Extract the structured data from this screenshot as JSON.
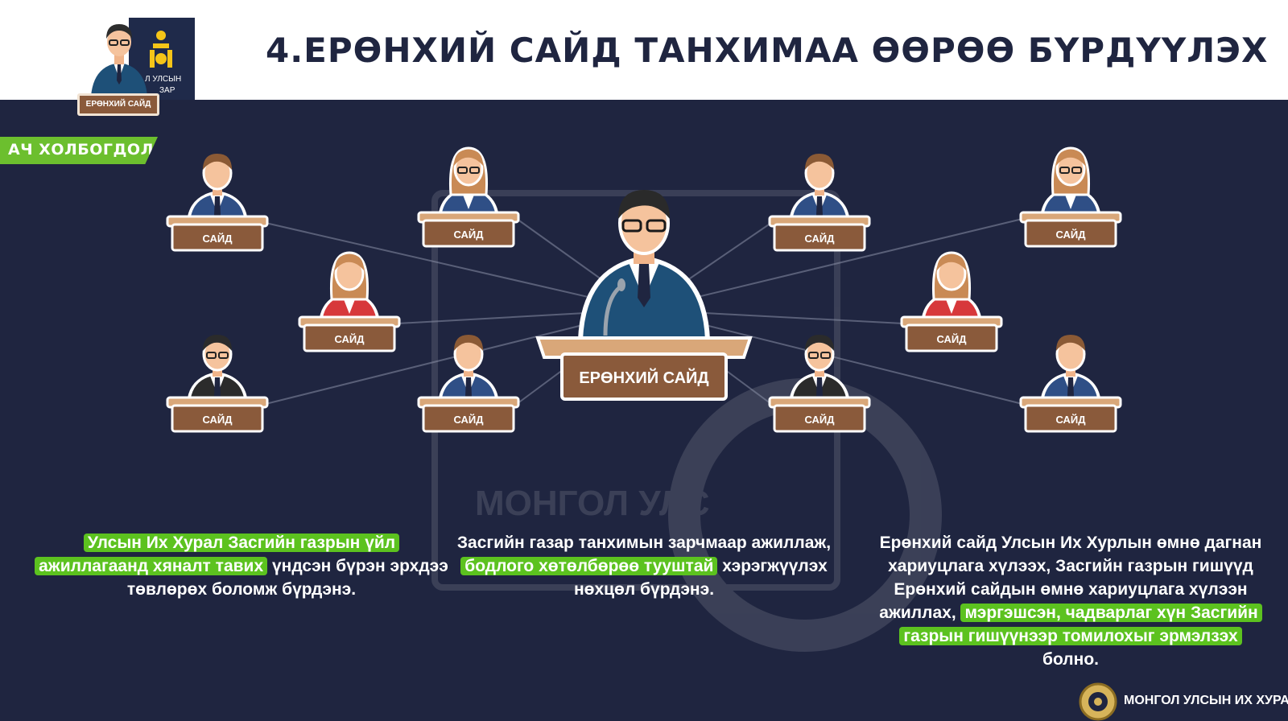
{
  "title": "4.ЕРӨНХИЙ САЙД ТАНХИМАА ӨӨРӨӨ БҮРДҮҮЛЭХ",
  "logo": {
    "line1": "Л УЛСЫН",
    "line2": "ЗАР",
    "podium_label": "ЕРӨНХИЙ САЙД"
  },
  "ribbon": "АЧ ХОЛБОГДОЛ",
  "center_label": "ЕРӨНХИЙ САЙД",
  "minister_label": "САЙД",
  "watermark": "МОНГОЛ УЛС",
  "captions": {
    "left": {
      "hl1": "Улсын Их Хурал Засгийн газрын үйл",
      "hl2": "ажиллагаанд хяналт тавих",
      "t1": " үндсэн бүрэн эрхдээ төвлөрөх боломж бүрдэнэ."
    },
    "mid": {
      "t1": "Засгийн газар танхимын зарчмаар ажиллаж, ",
      "hl1": "бодлого хөтөлбөрөө тууштай",
      "t2": " хэрэгжүүлэх нөхцөл бүрдэнэ."
    },
    "right": {
      "t1": "Ерөнхий сайд Улсын Их Хурлын өмнө дагнан хариуцлага хүлээх, Засгийн газрын гишүүд Ерөнхий сайдын өмнө хариуцлага хүлээн ажиллах, ",
      "hl1": "мэргэшсэн, чадварлаг хүн Засгийн газрын гишүүнээр томилохыг эрмэлзэх",
      "t2": " болно."
    }
  },
  "footer": "МОНГОЛ УЛСЫН ИХ ХУРАЛ",
  "colors": {
    "background": "#1f2540",
    "highlight": "#5cc21f",
    "podium": "#8a5a3b",
    "suit_blue": "#2f4f86",
    "suit_red": "#d7383b",
    "suit_black": "#2b2b2b",
    "pm_suit": "#1e5078"
  },
  "ministers": [
    {
      "id": "m1",
      "suit": "blue",
      "gender": "male",
      "glasses": false
    },
    {
      "id": "m2",
      "suit": "blue",
      "gender": "female",
      "glasses": true
    },
    {
      "id": "m3",
      "suit": "red",
      "gender": "female",
      "glasses": false
    },
    {
      "id": "m4",
      "suit": "black",
      "gender": "male",
      "glasses": true
    },
    {
      "id": "m5",
      "suit": "blue",
      "gender": "male",
      "glasses": false
    },
    {
      "id": "m6",
      "suit": "blue",
      "gender": "male",
      "glasses": false
    },
    {
      "id": "m7",
      "suit": "blue",
      "gender": "female",
      "glasses": true
    },
    {
      "id": "m8",
      "suit": "red",
      "gender": "female",
      "glasses": false
    },
    {
      "id": "m9",
      "suit": "black",
      "gender": "male",
      "glasses": true
    },
    {
      "id": "m10",
      "suit": "blue",
      "gender": "male",
      "glasses": false
    }
  ]
}
